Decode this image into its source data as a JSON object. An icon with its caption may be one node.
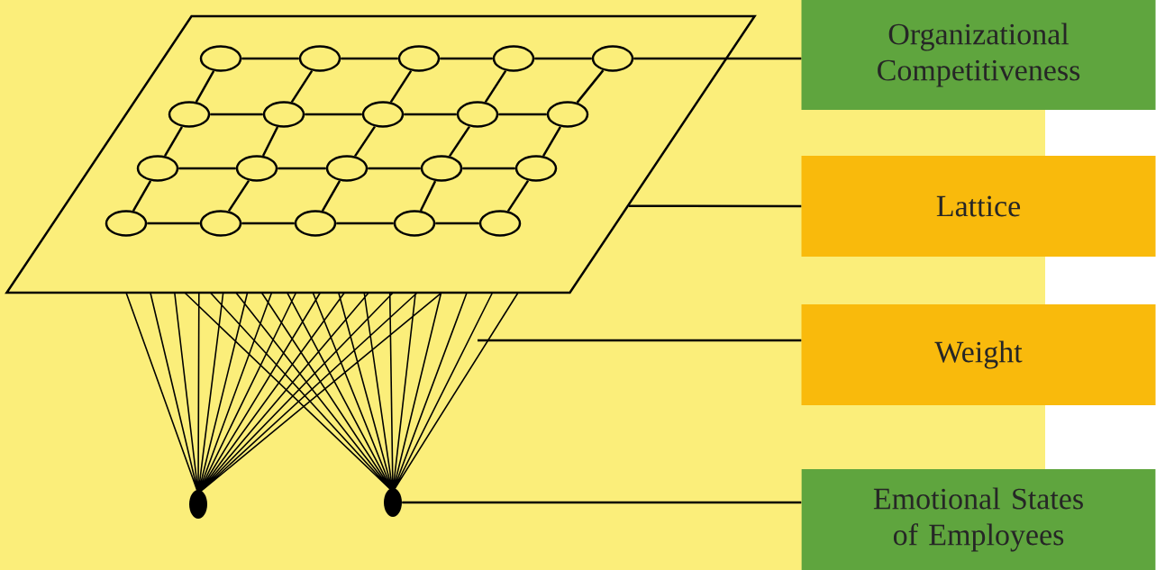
{
  "diagram": {
    "nodes": [
      {
        "text": [
          "Organizational Competitiveness"
        ]
      },
      {
        "text": [
          "Lattice"
        ]
      },
      {
        "text": [
          "Weight"
        ]
      },
      {
        "text": [
          "Emotional States of Employees"
        ]
      },
      {
        "text": [],
        "shape": "parallelogram"
      },
      {
        "text": [],
        "shape": "circle",
        "in": 4
      },
      {
        "text": [],
        "shape": "circle",
        "in": 4
      },
      {
        "text": [],
        "shape": "circle",
        "in": 4
      },
      {
        "text": [],
        "shape": "circle",
        "in": 4
      },
      {
        "text": [],
        "shape": "circle",
        "in": 4
      },
      {
        "text": [],
        "shape": "circle",
        "in": 4
      },
      {
        "text": [],
        "shape": "circle",
        "in": 4
      },
      {
        "text": [],
        "shape": "circle",
        "in": 4
      },
      {
        "text": [],
        "shape": "circle",
        "in": 4
      },
      {
        "text": [],
        "shape": "circle",
        "in": 4
      },
      {
        "text": [],
        "shape": "circle",
        "in": 4
      },
      {
        "text": [],
        "shape": "circle",
        "in": 4
      },
      {
        "text": [],
        "shape": "circle",
        "in": 4
      },
      {
        "text": [],
        "shape": "circle",
        "in": 4
      },
      {
        "text": [],
        "shape": "circle",
        "in": 4
      },
      {
        "text": [],
        "shape": "circle",
        "in": 4
      },
      {
        "text": [],
        "shape": "circle",
        "in": 4
      },
      {
        "text": [],
        "shape": "circle",
        "in": 4
      },
      {
        "text": [],
        "shape": "circle",
        "in": 4
      },
      {
        "text": [],
        "shape": "circle",
        "in": 4
      },
      {
        "text": [],
        "shape": "circle"
      },
      {
        "text": [],
        "shape": "circle"
      }
    ],
    "edges": [
      {
        "from": 5,
        "to": 6,
        "arrow": "none"
      },
      {
        "from": 6,
        "to": 7,
        "arrow": "none"
      },
      {
        "from": 7,
        "to": 8,
        "arrow": "none"
      },
      {
        "from": 8,
        "to": 9,
        "arrow": "none"
      },
      {
        "from": 10,
        "to": 11,
        "arrow": "none"
      },
      {
        "from": 11,
        "to": 12,
        "arrow": "none"
      },
      {
        "from": 12,
        "to": 13,
        "arrow": "none"
      },
      {
        "from": 13,
        "to": 14,
        "arrow": "none"
      },
      {
        "from": 15,
        "to": 16,
        "arrow": "none"
      },
      {
        "from": 16,
        "to": 17,
        "arrow": "none"
      },
      {
        "from": 17,
        "to": 18,
        "arrow": "none"
      },
      {
        "from": 18,
        "to": 19,
        "arrow": "none"
      },
      {
        "from": 20,
        "to": 21,
        "arrow": "none"
      },
      {
        "from": 21,
        "to": 22,
        "arrow": "none"
      },
      {
        "from": 22,
        "to": 23,
        "arrow": "none"
      },
      {
        "from": 23,
        "to": 24,
        "arrow": "none"
      },
      {
        "from": 5,
        "to": 10,
        "arrow": "none"
      },
      {
        "from": 6,
        "to": 11,
        "arrow": "none"
      },
      {
        "from": 7,
        "to": 12,
        "arrow": "none"
      },
      {
        "from": 8,
        "to": 13,
        "arrow": "none"
      },
      {
        "from": 9,
        "to": 14,
        "arrow": "none"
      },
      {
        "from": 10,
        "to": 15,
        "arrow": "none"
      },
      {
        "from": 11,
        "to": 16,
        "arrow": "none"
      },
      {
        "from": 12,
        "to": 17,
        "arrow": "none"
      },
      {
        "from": 13,
        "to": 18,
        "arrow": "none"
      },
      {
        "from": 14,
        "to": 19,
        "arrow": "none"
      },
      {
        "from": 15,
        "to": 20,
        "arrow": "none"
      },
      {
        "from": 16,
        "to": 21,
        "arrow": "none"
      },
      {
        "from": 17,
        "to": 22,
        "arrow": "none"
      },
      {
        "from": 18,
        "to": 23,
        "arrow": "none"
      },
      {
        "from": 19,
        "to": 24,
        "arrow": "none"
      },
      {
        "from": 0,
        "to": 9,
        "arrow": "none"
      },
      {
        "from": 1,
        "to": 4,
        "arrow": "none"
      },
      {
        "from": 2,
        "to": null,
        "arrow": "none"
      },
      {
        "from": 3,
        "to": 26,
        "arrow": "none"
      }
    ]
  }
}
